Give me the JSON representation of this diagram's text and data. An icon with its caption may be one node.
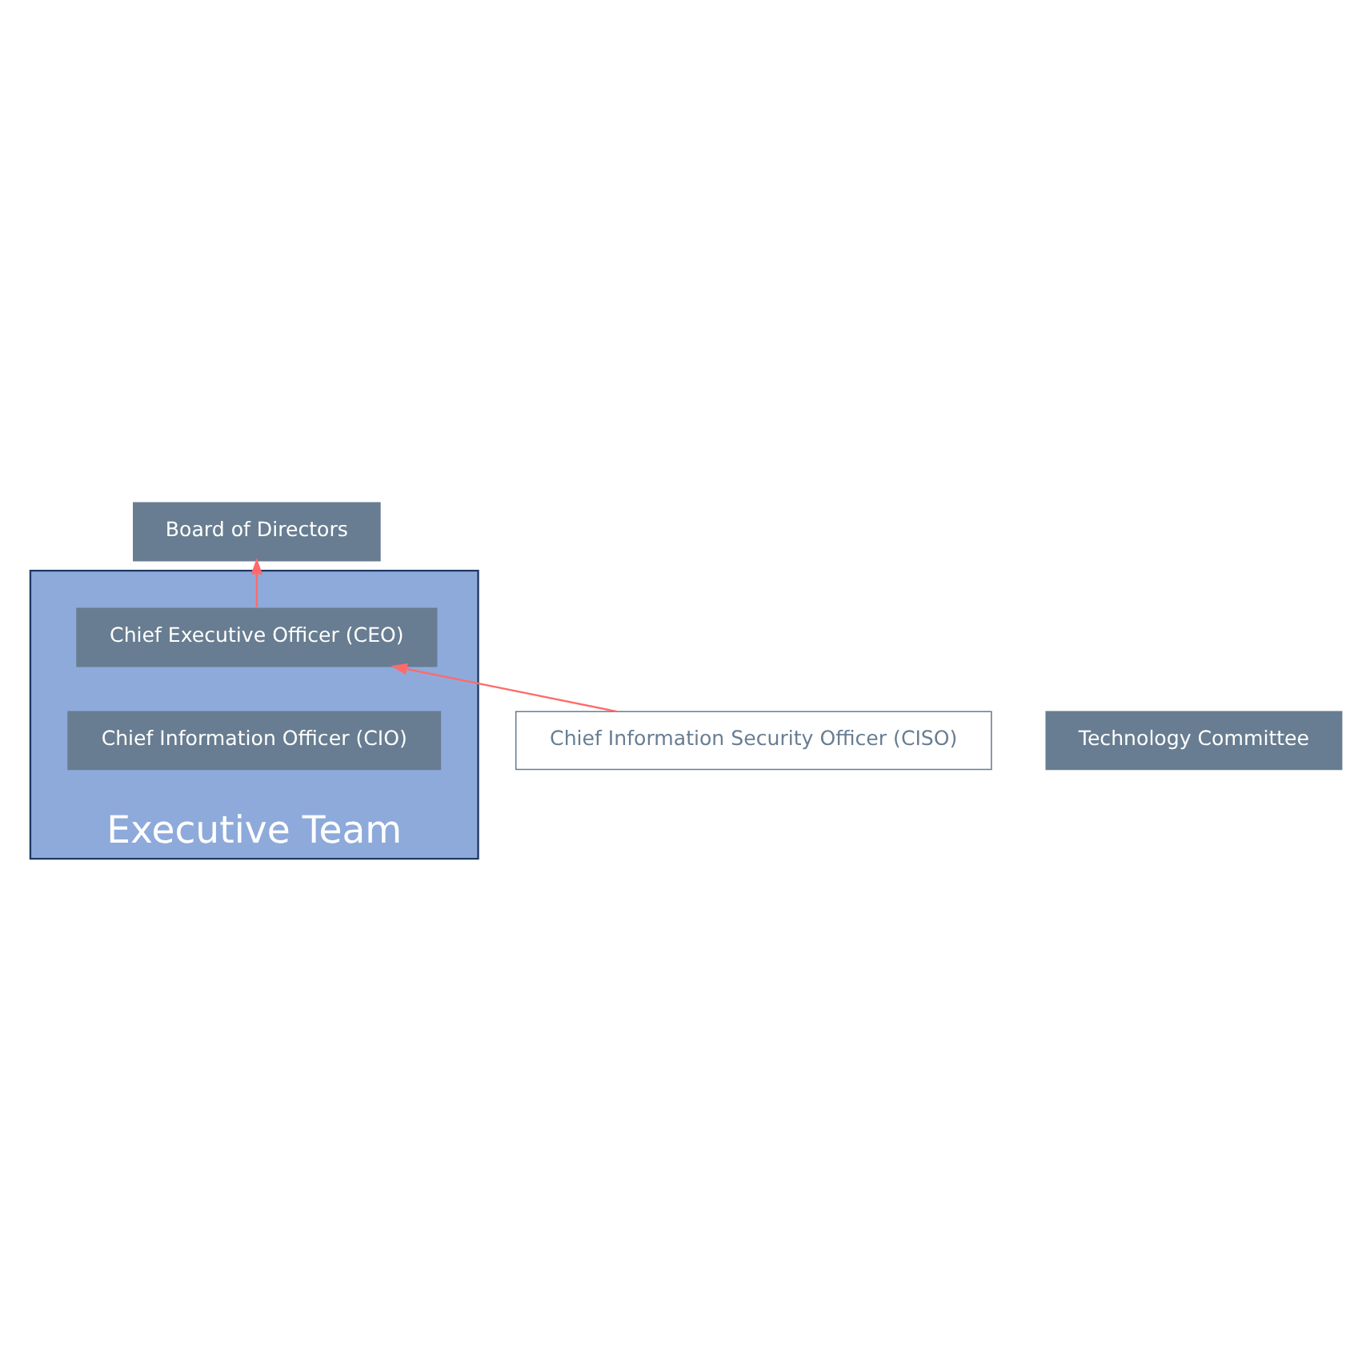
{
  "diagram": {
    "nodes": [
      {
        "text": [
          "Board of Directors"
        ]
      },
      {
        "text": [
          "Executive Team"
        ]
      },
      {
        "text": [
          "Chief Executive Officer (CEO)"
        ],
        "in": 1
      },
      {
        "text": [
          "Technology Committee"
        ]
      },
      {
        "text": [
          "Chief Information Officer (CIO)"
        ],
        "in": 1
      },
      {
        "text": [
          "Chief Information Security Officer (CISO)"
        ]
      }
    ],
    "edges": [
      {
        "from": 2,
        "to": 0,
        "arrow": "to"
      },
      {
        "from": 5,
        "to": 2,
        "arrow": "to"
      }
    ]
  }
}
